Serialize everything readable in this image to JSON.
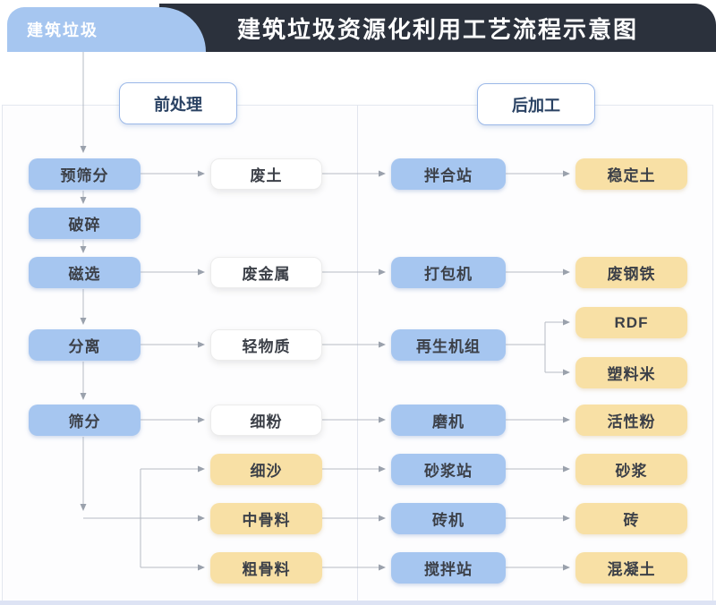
{
  "header": {
    "tab_label": "建筑垃圾",
    "title": "建筑垃圾资源化利用工艺流程示意图"
  },
  "sections": {
    "pre": "前处理",
    "post": "后加工"
  },
  "nodes": {
    "pre_screening": "预筛分",
    "crushing": "破碎",
    "magnetic_separation": "磁选",
    "separation": "分离",
    "screening": "筛分",
    "waste_soil": "废土",
    "waste_metal": "废金属",
    "light_material": "轻物质",
    "fine_powder": "细粉",
    "fine_sand": "细沙",
    "medium_aggregate": "中骨料",
    "coarse_aggregate": "粗骨料",
    "mixing_station": "拌合站",
    "baler": "打包机",
    "regeneration_unit": "再生机组",
    "mill": "磨机",
    "mortar_station": "砂浆站",
    "brick_machine": "砖机",
    "stirring_station": "搅拌站",
    "stabilized_soil": "稳定土",
    "scrap_steel": "废钢铁",
    "rdf": "RDF",
    "plastic_pellets": "塑料米",
    "active_powder": "活性粉",
    "mortar": "砂浆",
    "brick": "砖",
    "concrete": "混凝土"
  },
  "colors": {
    "process_box": "#a6c6f0",
    "product_box": "#f8e0a5",
    "intermediate_box": "#ffffff",
    "header_bar": "#2b313c",
    "header_title_text": "#ffffff",
    "tab_fill": "#a6c6f0",
    "section_label_border": "#9bb8e8",
    "section_label_text": "#2a4263",
    "connector_line": "#b6bbc4",
    "arrowhead": "#9aa1ac",
    "footer_strip": "#dde3f4"
  }
}
